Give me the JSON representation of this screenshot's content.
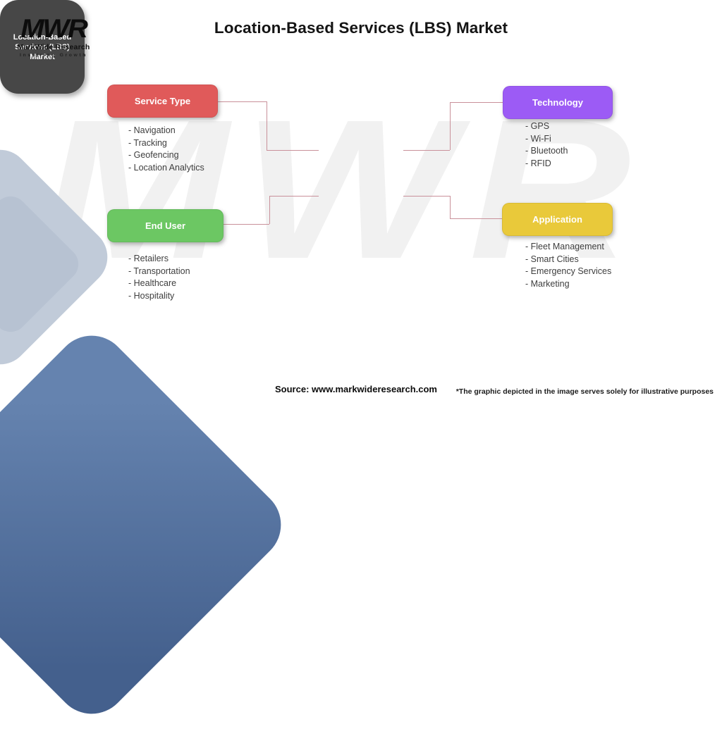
{
  "logo": {
    "acronym": "MWR",
    "name": "MarkWide Research",
    "tagline": "Inspiring Growth"
  },
  "title": "Location-Based Services (LBS) Market",
  "watermark": "MWR",
  "center_node": {
    "label": "Location-Based Services (LBS) Market"
  },
  "nodes": [
    {
      "id": "service-type",
      "label": "Service Type",
      "color": "#e05a5a",
      "items": [
        "- Navigation",
        "- Tracking",
        "- Geofencing",
        "- Location Analytics"
      ]
    },
    {
      "id": "technology",
      "label": "Technology",
      "color": "#9c5bf5",
      "items": [
        "- GPS",
        "- Wi-Fi",
        "- Bluetooth",
        "- RFID"
      ]
    },
    {
      "id": "end-user",
      "label": "End User",
      "color": "#6cc763",
      "items": [
        "- Retailers",
        "- Transportation",
        "- Healthcare",
        "- Hospitality"
      ]
    },
    {
      "id": "application",
      "label": "Application",
      "color": "#e9c93a",
      "items": [
        "- Fleet Management",
        "- Smart Cities",
        "- Emergency Services",
        "- Marketing"
      ]
    }
  ],
  "footer": {
    "source": "Source: www.markwideresearch.com",
    "disclaimer": "*The graphic depicted in the image serves solely for illustrative purposes"
  },
  "colors": {
    "center_node": "#474747",
    "connector": "#c9909a",
    "watermark": "#f1f1f1",
    "shape_light": "#bdc8d7",
    "shape_dark_top": "#6583af",
    "shape_dark_bottom": "#44608d"
  }
}
